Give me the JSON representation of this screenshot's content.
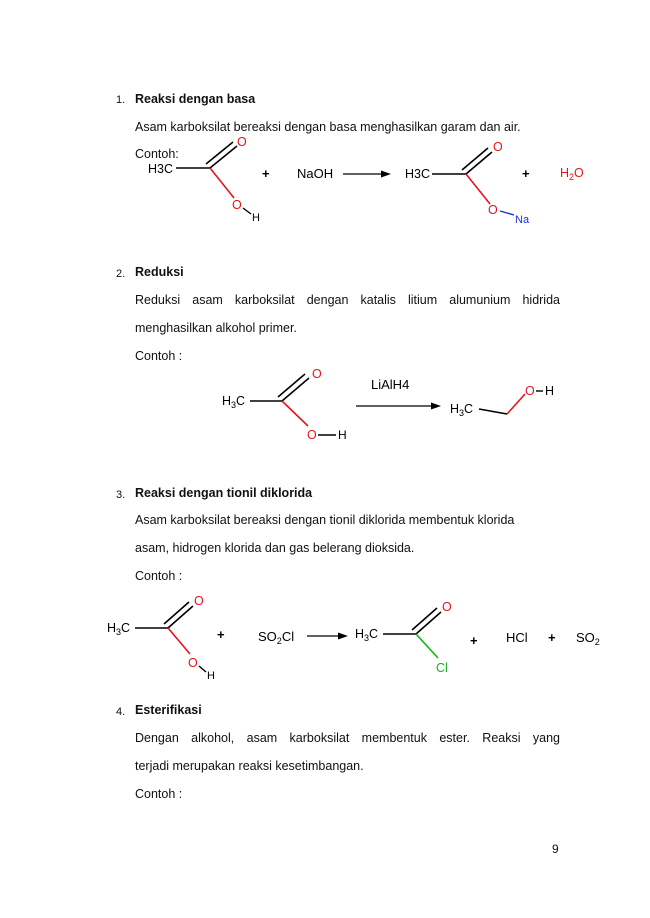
{
  "page_number": "9",
  "sections": [
    {
      "number": "1.",
      "title": "Reaksi dengan basa",
      "text": [
        "Asam karboksilat bereaksi dengan basa menghasilkan garam dan air."
      ],
      "example": "Contoh:",
      "scheme": {
        "reactant_methyl": "H3C",
        "reactant_o": "O",
        "reactant_oh_o": "O",
        "reactant_h": "H",
        "plus1": "+",
        "reagent": "NaOH",
        "product_methyl": "H3C",
        "product_o": "O",
        "product_o2": "O",
        "product_na": "Na",
        "plus2": "+",
        "byproduct": "H2O"
      }
    },
    {
      "number": "2.",
      "title": "Reduksi",
      "text": [
        "Reduksi asam karboksilat dengan katalis litium alumunium hidrida",
        "menghasilkan alkohol primer."
      ],
      "example": "Contoh :",
      "scheme": {
        "reactant_methyl": "H3C",
        "reactant_o": "O",
        "reactant_oh": "O",
        "reactant_h": "H",
        "reagent": "LiAlH4",
        "product_methyl": "H3C",
        "product_o": "O",
        "product_h": "H"
      }
    },
    {
      "number": "3.",
      "title": "Reaksi dengan tionil diklorida",
      "text": [
        "Asam karboksilat bereaksi dengan tionil diklorida membentuk klorida",
        "asam, hidrogen klorida dan gas belerang dioksida."
      ],
      "example": "Contoh :",
      "scheme": {
        "reactant_methyl": "H3C",
        "reactant_o": "O",
        "reactant_oh": "O",
        "reactant_h": "H",
        "plus1": "+",
        "reagent": "SO2Cl",
        "product_methyl": "H3C",
        "product_o": "O",
        "product_cl": "Cl",
        "plus2": "+",
        "hcl": "HCl",
        "plus3": "+",
        "so2": "SO2"
      }
    },
    {
      "number": "4.",
      "title": "Esterifikasi",
      "text": [
        "Dengan alkohol, asam karboksilat membentuk ester. Reaksi yang",
        "terjadi merupakan reaksi kesetimbangan."
      ],
      "example": "Contoh :"
    }
  ],
  "colors": {
    "oxygen": "#e8141e",
    "sodium": "#1432d8",
    "chlorine": "#14b414",
    "bond": "#000000"
  }
}
